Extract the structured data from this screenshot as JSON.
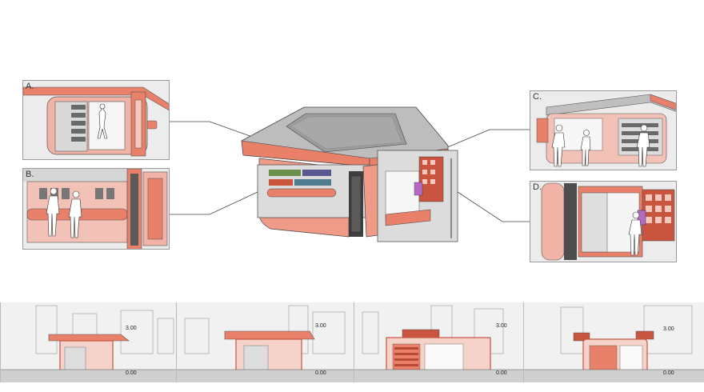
{
  "panels": [
    {
      "id": "A",
      "label": "A."
    },
    {
      "id": "B",
      "label": "B."
    },
    {
      "id": "C",
      "label": "C."
    },
    {
      "id": "D",
      "label": "D."
    }
  ],
  "sections": [
    {
      "top_level": "3.00",
      "bottom_level": "0.00"
    },
    {
      "top_level": "3.00",
      "bottom_level": "0.00"
    },
    {
      "top_level": "3.00",
      "bottom_level": "0.00"
    },
    {
      "top_level": "3.00",
      "bottom_level": "0.00"
    }
  ],
  "colors": {
    "accent": "#e8806a",
    "accent_dark": "#c9553f",
    "roof_gray": "#9a9a9a",
    "panel_bg": "#e9e9e9"
  }
}
